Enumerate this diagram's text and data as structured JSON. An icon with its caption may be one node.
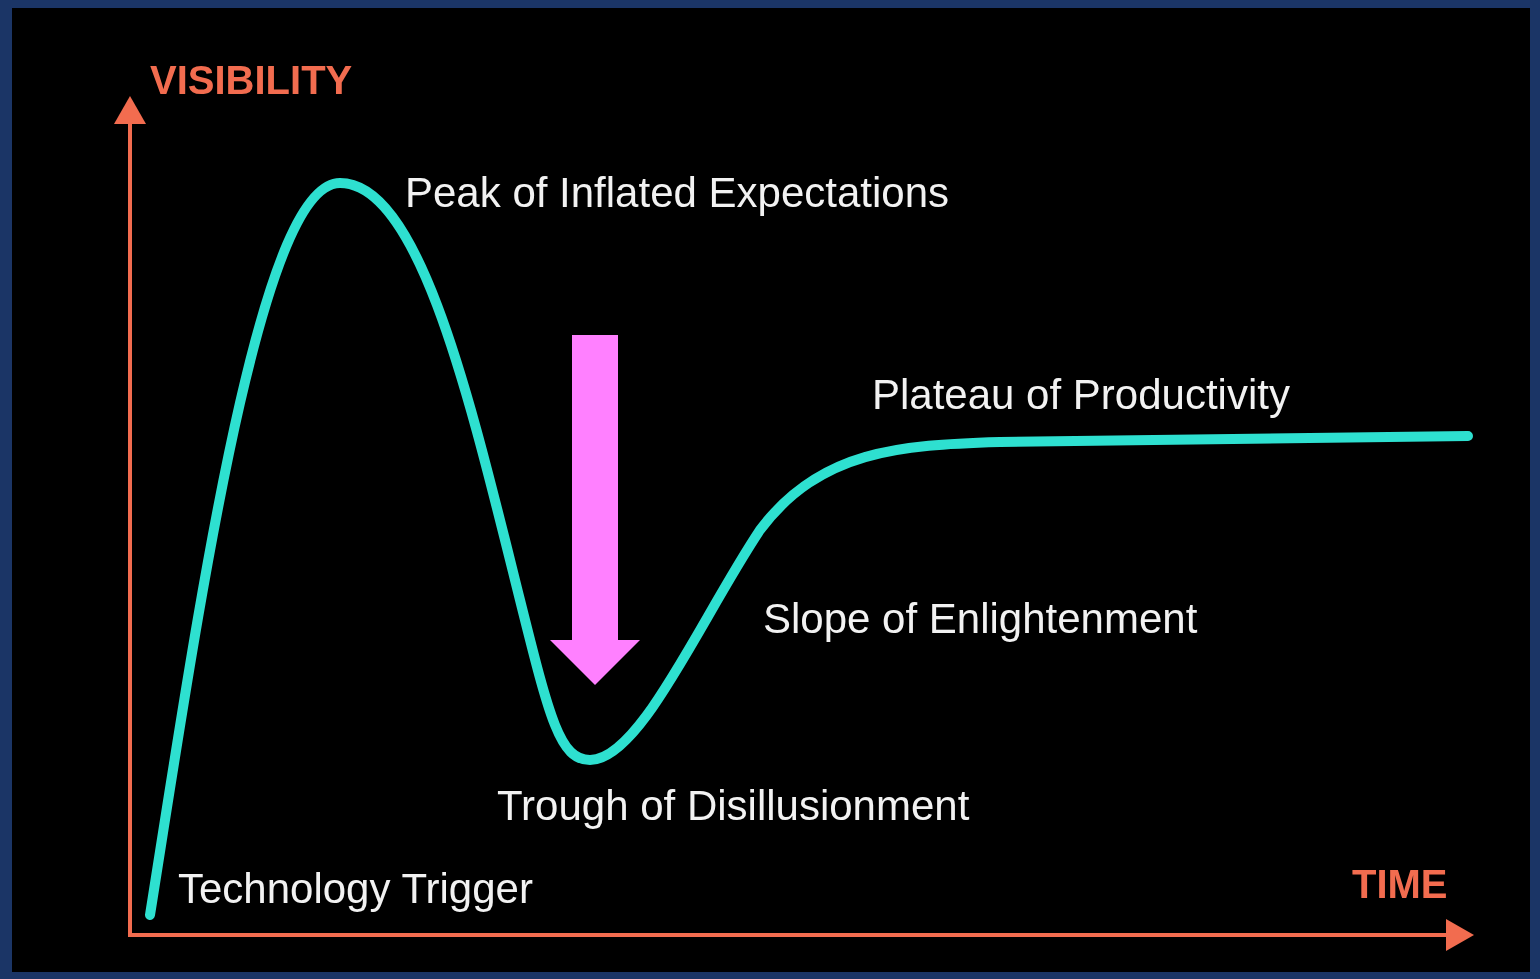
{
  "diagram": {
    "labels": [
      "VISIBILITY",
      "Peak of Inflated Expectations",
      "Plateau of Productivity",
      "Slope of Enlightenment",
      "Trough of Disillusionment",
      "Technology Trigger",
      "TIME"
    ]
  }
}
